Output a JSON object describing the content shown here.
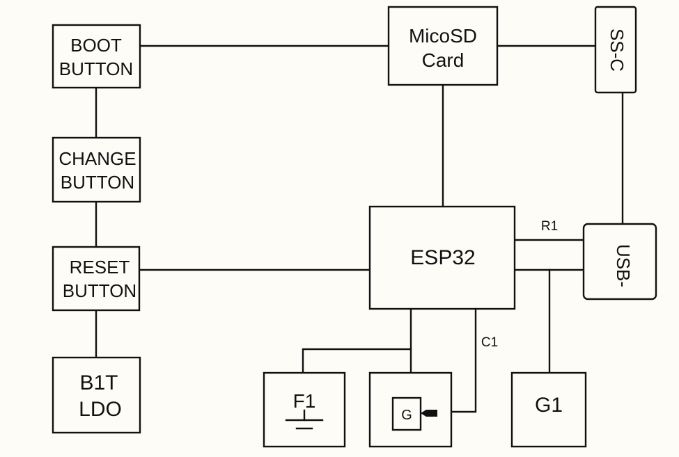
{
  "blocks": {
    "boot": {
      "line1": "BOOT",
      "line2": "BUTTON"
    },
    "change": {
      "line1": "CHANGE",
      "line2": "BUTTON"
    },
    "reset": {
      "line1": "RESET",
      "line2": "BUTTON"
    },
    "ldo": {
      "line1": "B1T",
      "line2": "LDO"
    },
    "microsd": {
      "line1": "MicoSD",
      "line2": "Card"
    },
    "ssc": {
      "label": "SS-C"
    },
    "esp32": {
      "label": "ESP32"
    },
    "usb": {
      "label": "USB-"
    },
    "f1": {
      "label": "F1"
    },
    "g_component": {
      "label": "G"
    },
    "g1": {
      "label": "G1"
    }
  },
  "annotations": {
    "r1": "R1",
    "c1": "C1"
  }
}
